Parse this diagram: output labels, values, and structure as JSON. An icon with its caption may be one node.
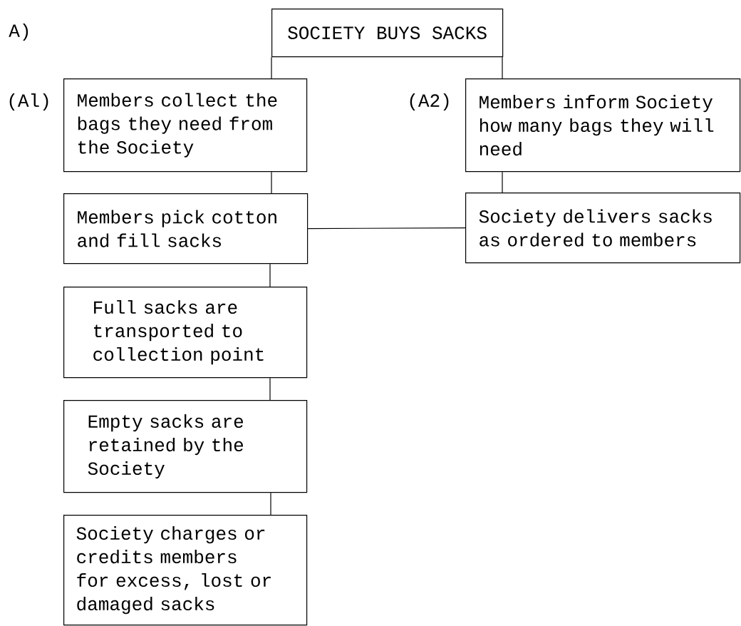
{
  "diagram": {
    "nodes": [
      {
        "text": [
          "SOCIETY BUYS SACKS"
        ]
      },
      {
        "text": [
          "Members collect the bags they need from the Society"
        ],
        "beside": [
          "(Al)"
        ]
      },
      {
        "text": [
          "Members inform Society how many bags they will need"
        ],
        "beside": [
          "(A2)"
        ]
      },
      {
        "text": [
          "Members pick cotton and fill sacks"
        ]
      },
      {
        "text": [
          "Society delivers sacks as ordered to members"
        ]
      },
      {
        "text": [
          "Full sacks are transported to collection point"
        ]
      },
      {
        "text": [
          "Empty sacks are retained by the Society"
        ]
      },
      {
        "text": [
          "Society charges or credits members for excess, lost or damaged sacks"
        ]
      }
    ],
    "edges": [
      {
        "from": 0,
        "to": 1,
        "arrow": "none"
      },
      {
        "from": 0,
        "to": 2,
        "arrow": "none"
      },
      {
        "from": 1,
        "to": 3,
        "arrow": "none"
      },
      {
        "from": 2,
        "to": 4,
        "arrow": "none"
      },
      {
        "from": 3,
        "to": 4,
        "arrow": "none"
      },
      {
        "from": 3,
        "to": 5,
        "arrow": "none"
      },
      {
        "from": 5,
        "to": 6,
        "arrow": "none"
      },
      {
        "from": 6,
        "to": 7,
        "arrow": "none"
      }
    ],
    "labels": [
      "A)"
    ]
  }
}
